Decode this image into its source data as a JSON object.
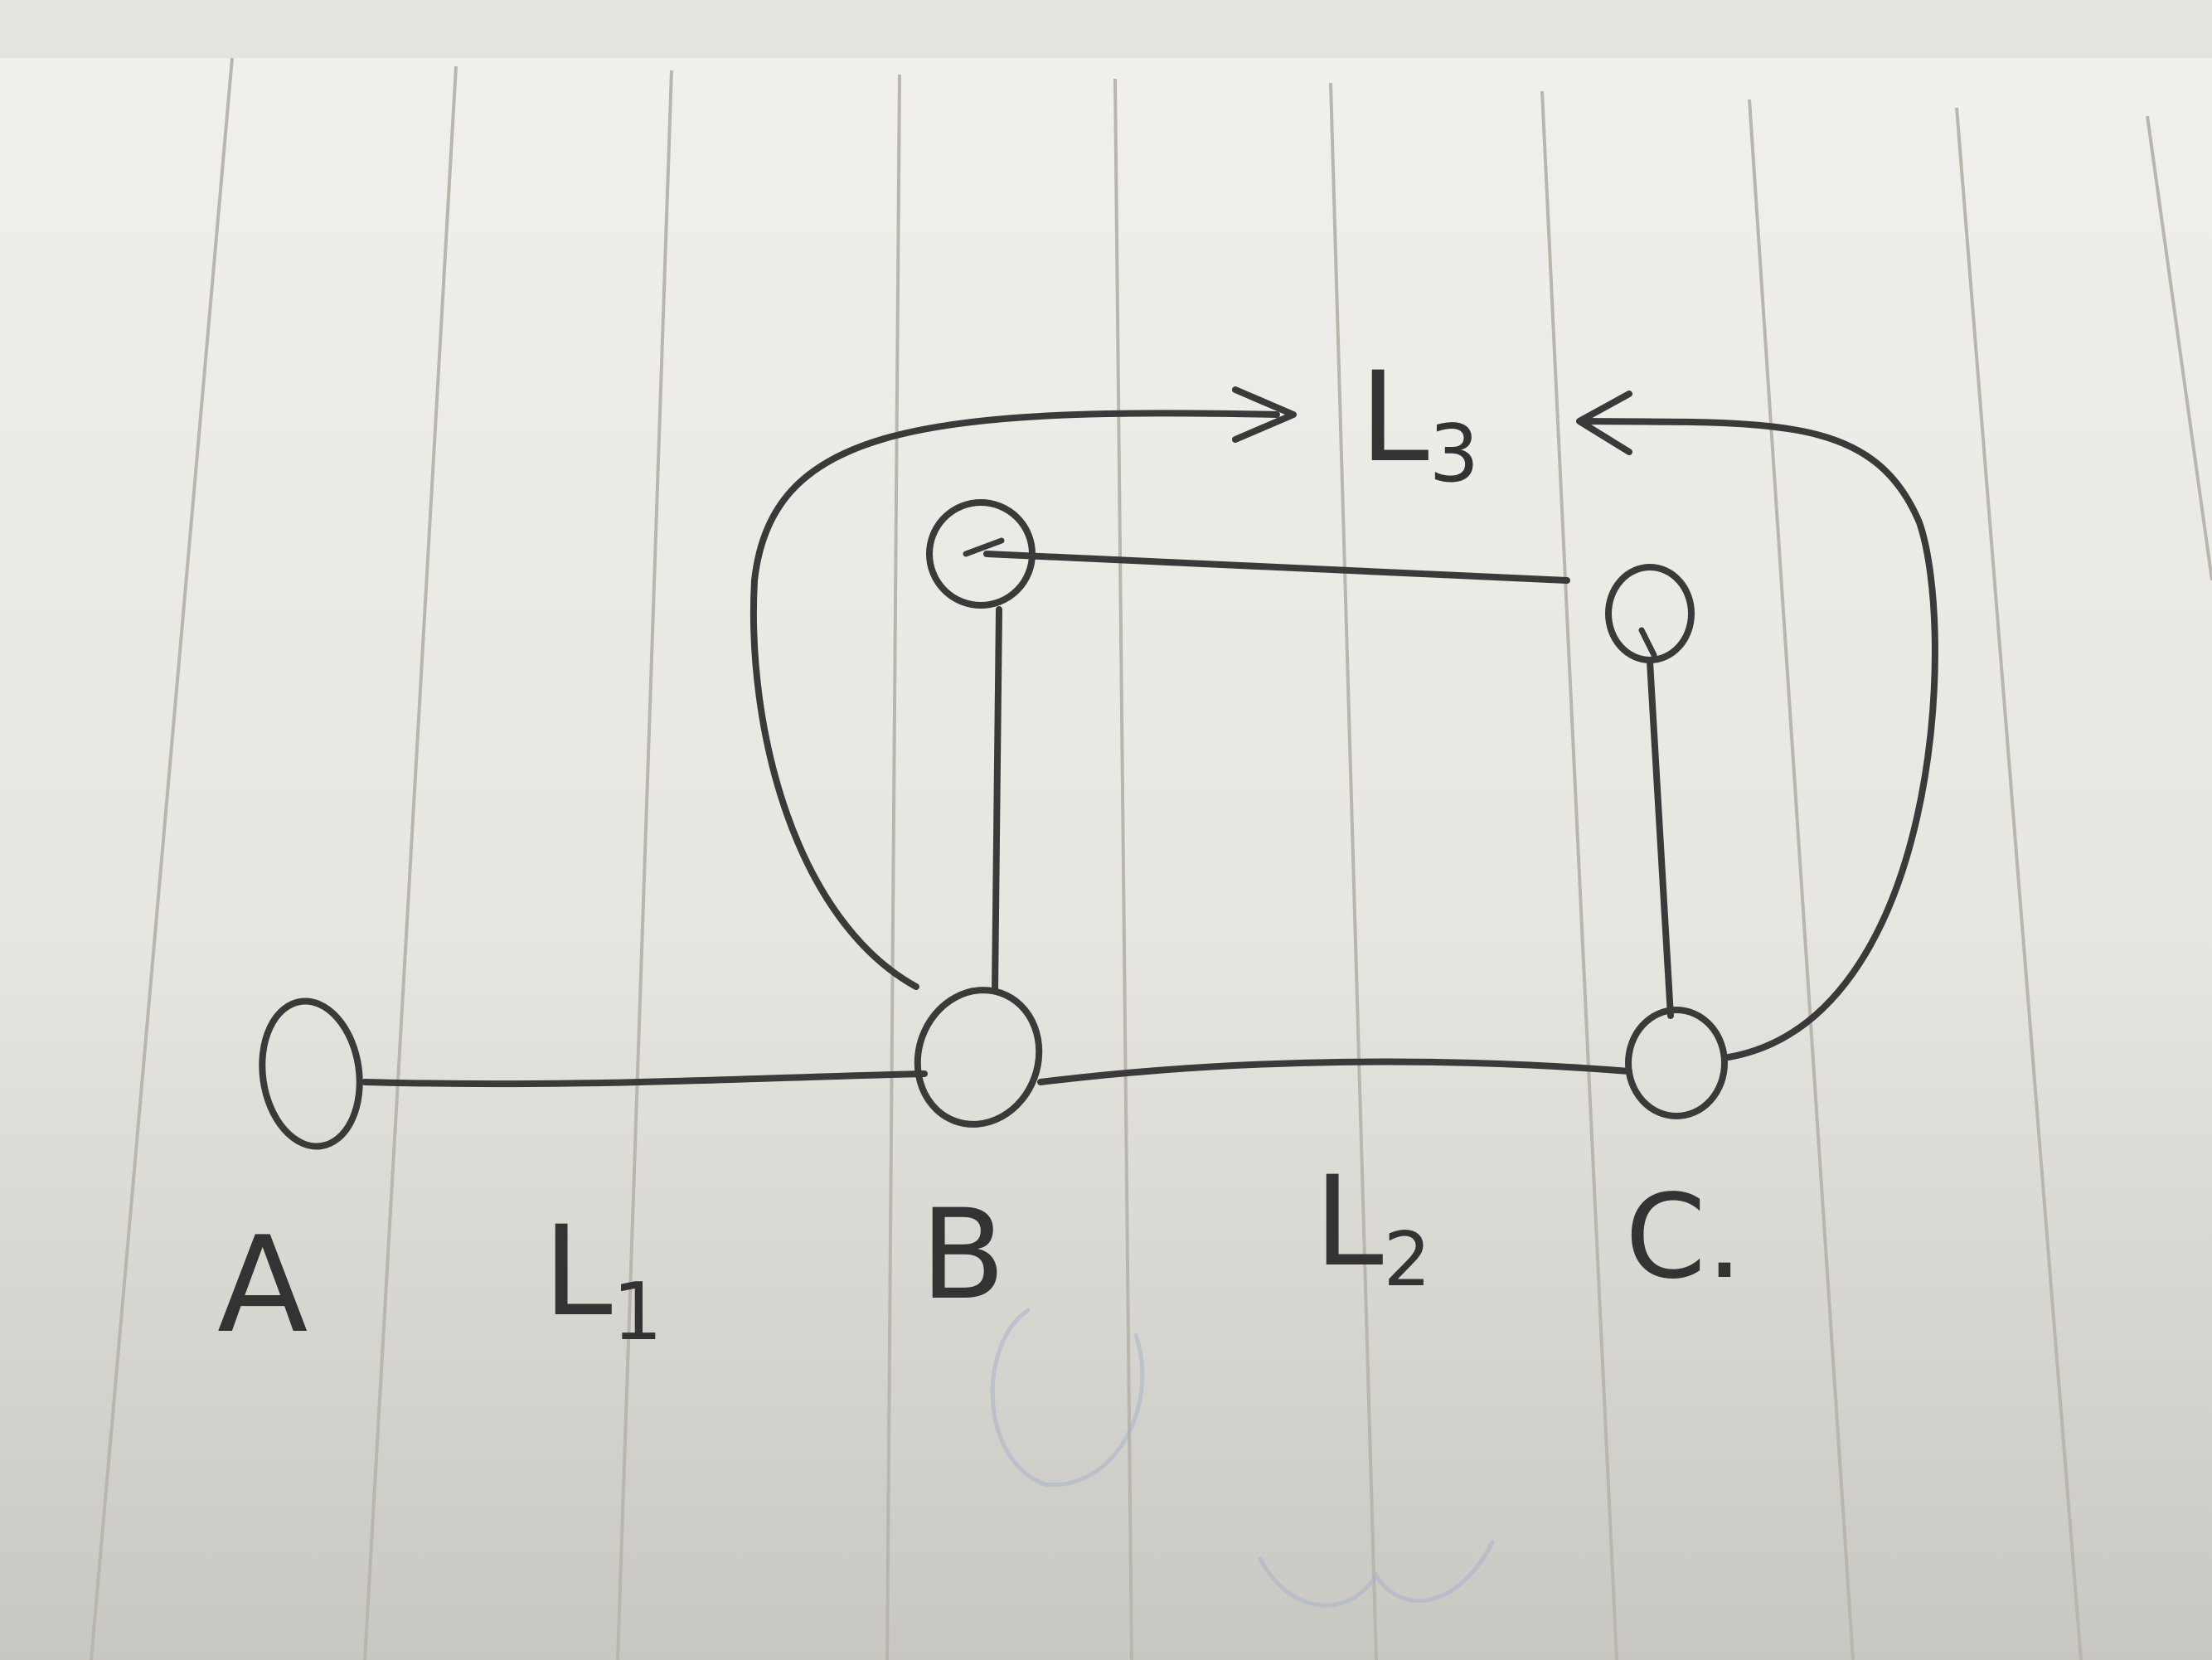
{
  "diagram": {
    "nodes": [
      {
        "id": "A",
        "label": "A"
      },
      {
        "id": "B",
        "label": "B"
      },
      {
        "id": "C",
        "label": "C."
      }
    ],
    "links": [
      {
        "id": "L1",
        "from": "A",
        "to": "B",
        "label_letter": "L",
        "label_sub": "1"
      },
      {
        "id": "L2",
        "from": "B",
        "to": "C",
        "label_letter": "L",
        "label_sub": "2"
      },
      {
        "id": "L3",
        "from": "B",
        "to": "C",
        "label_letter": "L",
        "label_sub": "3",
        "arrow_from_both_ends": true
      }
    ],
    "colors": {
      "ink": "#3a3a3a",
      "paper": "#e9e7e2",
      "rule_lines": "#b9b6ae"
    }
  }
}
